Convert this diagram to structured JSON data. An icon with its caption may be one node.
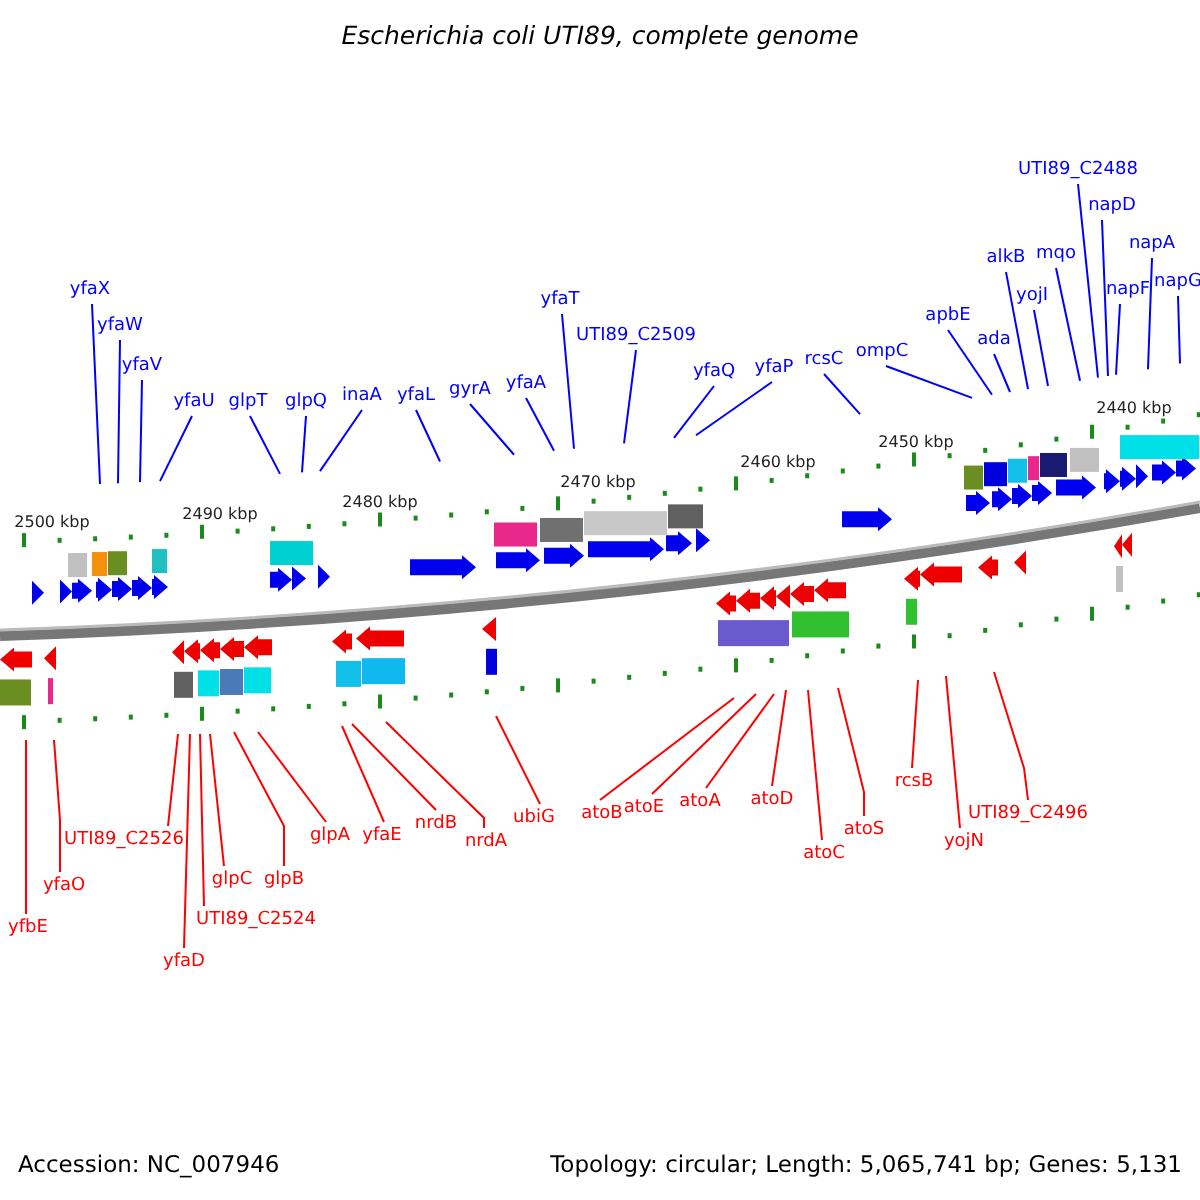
{
  "diagram": {
    "title": "Escherichia coli UTI89, complete genome",
    "nodes": [
      {
        "text": [
          "yfaX"
        ]
      },
      {
        "text": [
          "yfaW"
        ]
      },
      {
        "text": [
          "yfaV"
        ]
      },
      {
        "text": [
          "yfaU"
        ]
      },
      {
        "text": [
          "glpT"
        ]
      },
      {
        "text": [
          "glpQ"
        ]
      },
      {
        "text": [
          "inaA"
        ]
      },
      {
        "text": [
          "yfaL"
        ]
      },
      {
        "text": [
          "gyrA"
        ]
      },
      {
        "text": [
          "yfaA"
        ]
      },
      {
        "text": [
          "yfaT"
        ]
      },
      {
        "text": [
          "UTI89_C2509"
        ]
      },
      {
        "text": [
          "yfaQ"
        ]
      },
      {
        "text": [
          "yfaP"
        ]
      },
      {
        "text": [
          "rcsC"
        ]
      },
      {
        "text": [
          "ompC"
        ]
      },
      {
        "text": [
          "apbE"
        ]
      },
      {
        "text": [
          "ada"
        ]
      },
      {
        "text": [
          "alkB"
        ]
      },
      {
        "text": [
          "yojI"
        ]
      },
      {
        "text": [
          "mqo"
        ]
      },
      {
        "text": [
          "UTI89_C2488"
        ]
      },
      {
        "text": [
          "napD"
        ]
      },
      {
        "text": [
          "napF"
        ]
      },
      {
        "text": [
          "napA"
        ]
      },
      {
        "text": [
          "napG"
        ]
      },
      {
        "text": [
          "yfbE"
        ]
      },
      {
        "text": [
          "yfaO"
        ]
      },
      {
        "text": [
          "UTI89_C2526"
        ]
      },
      {
        "text": [
          "glpC"
        ]
      },
      {
        "text": [
          "UTI89_C2524"
        ]
      },
      {
        "text": [
          "yfaD"
        ]
      },
      {
        "text": [
          "glpB"
        ]
      },
      {
        "text": [
          "glpA"
        ]
      },
      {
        "text": [
          "yfaE"
        ]
      },
      {
        "text": [
          "nrdB"
        ]
      },
      {
        "text": [
          "nrdA"
        ]
      },
      {
        "text": [
          "ubiG"
        ]
      },
      {
        "text": [
          "atoB"
        ]
      },
      {
        "text": [
          "atoE"
        ]
      },
      {
        "text": [
          "atoA"
        ]
      },
      {
        "text": [
          "atoD"
        ]
      },
      {
        "text": [
          "atoC"
        ]
      },
      {
        "text": [
          "atoS"
        ]
      },
      {
        "text": [
          "rcsB"
        ]
      },
      {
        "text": [
          "yojN"
        ]
      },
      {
        "text": [
          "UTI89_C2496"
        ]
      }
    ],
    "edges": [
      {
        "from": 0,
        "to": null,
        "arrow": "none"
      },
      {
        "from": 1,
        "to": null,
        "arrow": "none"
      },
      {
        "from": 2,
        "to": null,
        "arrow": "none"
      },
      {
        "from": 3,
        "to": null,
        "arrow": "none"
      },
      {
        "from": 4,
        "to": null,
        "arrow": "none"
      },
      {
        "from": 5,
        "to": null,
        "arrow": "none"
      },
      {
        "from": 6,
        "to": null,
        "arrow": "none"
      },
      {
        "from": 7,
        "to": null,
        "arrow": "none"
      },
      {
        "from": 8,
        "to": null,
        "arrow": "none"
      },
      {
        "from": 9,
        "to": null,
        "arrow": "none"
      },
      {
        "from": 10,
        "to": null,
        "arrow": "none"
      },
      {
        "from": 11,
        "to": null,
        "arrow": "none"
      },
      {
        "from": 12,
        "to": null,
        "arrow": "none"
      },
      {
        "from": 13,
        "to": null,
        "arrow": "none"
      },
      {
        "from": 14,
        "to": null,
        "arrow": "none"
      },
      {
        "from": 15,
        "to": null,
        "arrow": "none"
      },
      {
        "from": 16,
        "to": null,
        "arrow": "none"
      },
      {
        "from": 17,
        "to": null,
        "arrow": "none"
      },
      {
        "from": 18,
        "to": null,
        "arrow": "none"
      },
      {
        "from": 19,
        "to": null,
        "arrow": "none"
      },
      {
        "from": 20,
        "to": null,
        "arrow": "none"
      },
      {
        "from": 21,
        "to": null,
        "arrow": "none"
      },
      {
        "from": 22,
        "to": null,
        "arrow": "none"
      },
      {
        "from": 23,
        "to": null,
        "arrow": "none"
      },
      {
        "from": 24,
        "to": null,
        "arrow": "none"
      },
      {
        "from": 25,
        "to": null,
        "arrow": "none"
      },
      {
        "from": 26,
        "to": null,
        "arrow": "none",
        "color": "#ff0000"
      },
      {
        "from": 27,
        "to": null,
        "arrow": "none",
        "color": "#ff0000"
      },
      {
        "from": 28,
        "to": null,
        "arrow": "none",
        "color": "#ff0000"
      },
      {
        "from": 29,
        "to": null,
        "arrow": "none",
        "color": "#ff0000"
      },
      {
        "from": 30,
        "to": null,
        "arrow": "none",
        "color": "#ff0000"
      },
      {
        "from": 31,
        "to": null,
        "arrow": "none",
        "color": "#ff0000"
      },
      {
        "from": 32,
        "to": null,
        "arrow": "none",
        "color": "#ff0000"
      },
      {
        "from": 33,
        "to": null,
        "arrow": "none",
        "color": "#ff0000"
      },
      {
        "from": 34,
        "to": null,
        "arrow": "none",
        "color": "#ff0000"
      },
      {
        "from": 35,
        "to": null,
        "arrow": "none",
        "color": "#ff0000"
      },
      {
        "from": 36,
        "to": null,
        "arrow": "none",
        "color": "#ff0000"
      },
      {
        "from": 37,
        "to": null,
        "arrow": "none",
        "color": "#ff0000"
      },
      {
        "from": 38,
        "to": null,
        "arrow": "none",
        "color": "#ff0000"
      },
      {
        "from": 39,
        "to": null,
        "arrow": "none",
        "color": "#ff0000"
      },
      {
        "from": 40,
        "to": null,
        "arrow": "none",
        "color": "#ff0000"
      },
      {
        "from": 41,
        "to": null,
        "arrow": "none",
        "color": "#ff0000"
      },
      {
        "from": 42,
        "to": null,
        "arrow": "none",
        "color": "#ff0000"
      },
      {
        "from": 43,
        "to": null,
        "arrow": "none",
        "color": "#ff0000"
      },
      {
        "from": 44,
        "to": null,
        "arrow": "none",
        "color": "#ff0000"
      },
      {
        "from": 45,
        "to": null,
        "arrow": "none",
        "color": "#ff0000"
      },
      {
        "from": 46,
        "to": null,
        "arrow": "none",
        "color": "#ff0000"
      }
    ],
    "labels": [
      "2500 kbp",
      "2490 kbp",
      "2480 kbp",
      "2470 kbp",
      "2460 kbp",
      "2450 kbp",
      "2440 kbp",
      "Accession: NC_007946",
      "Topology: circular; Length: 5,065,741 bp; Genes: 5,131"
    ]
  }
}
